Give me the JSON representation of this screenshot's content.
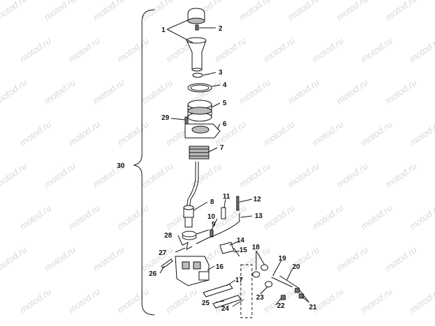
{
  "watermark": {
    "text": "motod.ru"
  },
  "callouts": [
    {
      "id": "c1",
      "text": "1"
    },
    {
      "id": "c2",
      "text": "2"
    },
    {
      "id": "c3",
      "text": "3"
    },
    {
      "id": "c4",
      "text": "4"
    },
    {
      "id": "c5",
      "text": "5"
    },
    {
      "id": "c6",
      "text": "6"
    },
    {
      "id": "c7",
      "text": "7"
    },
    {
      "id": "c8",
      "text": "8"
    },
    {
      "id": "c9",
      "text": "9"
    },
    {
      "id": "c10",
      "text": "10"
    },
    {
      "id": "c11",
      "text": "11"
    },
    {
      "id": "c12",
      "text": "12"
    },
    {
      "id": "c13",
      "text": "13"
    },
    {
      "id": "c14",
      "text": "14"
    },
    {
      "id": "c15",
      "text": "15"
    },
    {
      "id": "c16",
      "text": "16"
    },
    {
      "id": "c17",
      "text": "17"
    },
    {
      "id": "c18",
      "text": "18"
    },
    {
      "id": "c19",
      "text": "19"
    },
    {
      "id": "c20",
      "text": "20"
    },
    {
      "id": "c21",
      "text": "21"
    },
    {
      "id": "c22",
      "text": "22"
    },
    {
      "id": "c23",
      "text": "23"
    },
    {
      "id": "c24",
      "text": "24"
    },
    {
      "id": "c25",
      "text": "25"
    },
    {
      "id": "c26",
      "text": "26"
    },
    {
      "id": "c27",
      "text": "27"
    },
    {
      "id": "c28",
      "text": "28"
    },
    {
      "id": "c29",
      "text": "29"
    },
    {
      "id": "c30",
      "text": "30"
    }
  ]
}
